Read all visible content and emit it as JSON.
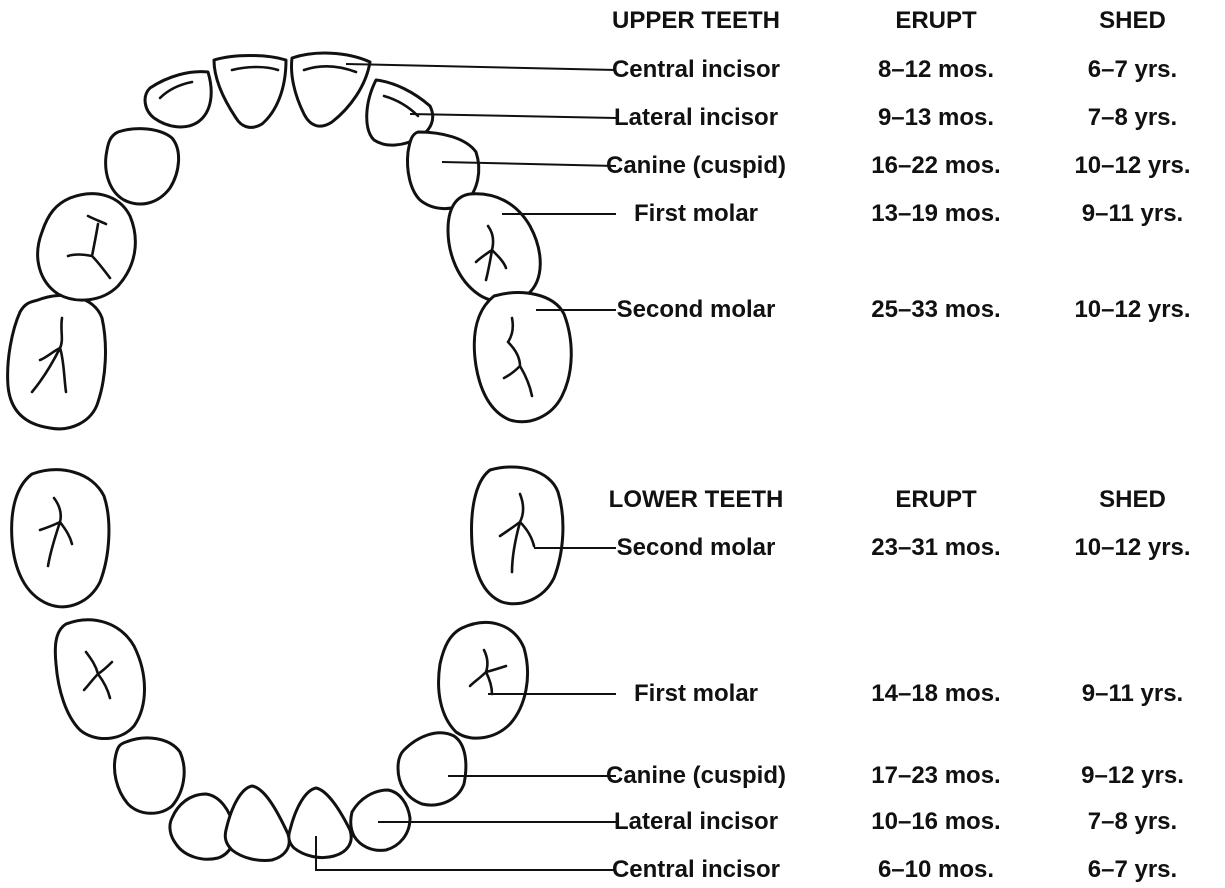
{
  "upper": {
    "header": {
      "teeth": "UPPER TEETH",
      "erupt": "ERUPT",
      "shed": "SHED"
    },
    "rows": [
      {
        "name": "Central incisor",
        "erupt": "8–12 mos.",
        "shed": "6–7 yrs."
      },
      {
        "name": "Lateral incisor",
        "erupt": "9–13 mos.",
        "shed": "7–8 yrs."
      },
      {
        "name": "Canine (cuspid)",
        "erupt": "16–22 mos.",
        "shed": "10–12 yrs."
      },
      {
        "name": "First molar",
        "erupt": "13–19 mos.",
        "shed": "9–11 yrs."
      },
      {
        "name": "Second molar",
        "erupt": "25–33 mos.",
        "shed": "10–12 yrs."
      }
    ]
  },
  "lower": {
    "header": {
      "teeth": "LOWER TEETH",
      "erupt": "ERUPT",
      "shed": "SHED"
    },
    "rows": [
      {
        "name": "Second molar",
        "erupt": "23–31 mos.",
        "shed": "10–12 yrs."
      },
      {
        "name": "First molar",
        "erupt": "14–18 mos.",
        "shed": "9–11 yrs."
      },
      {
        "name": "Canine (cuspid)",
        "erupt": "17–23 mos.",
        "shed": "9–12 yrs."
      },
      {
        "name": "Lateral incisor",
        "erupt": "10–16 mos.",
        "shed": "7–8 yrs."
      },
      {
        "name": "Central incisor",
        "erupt": "6–10 mos.",
        "shed": "6–7 yrs."
      }
    ]
  }
}
